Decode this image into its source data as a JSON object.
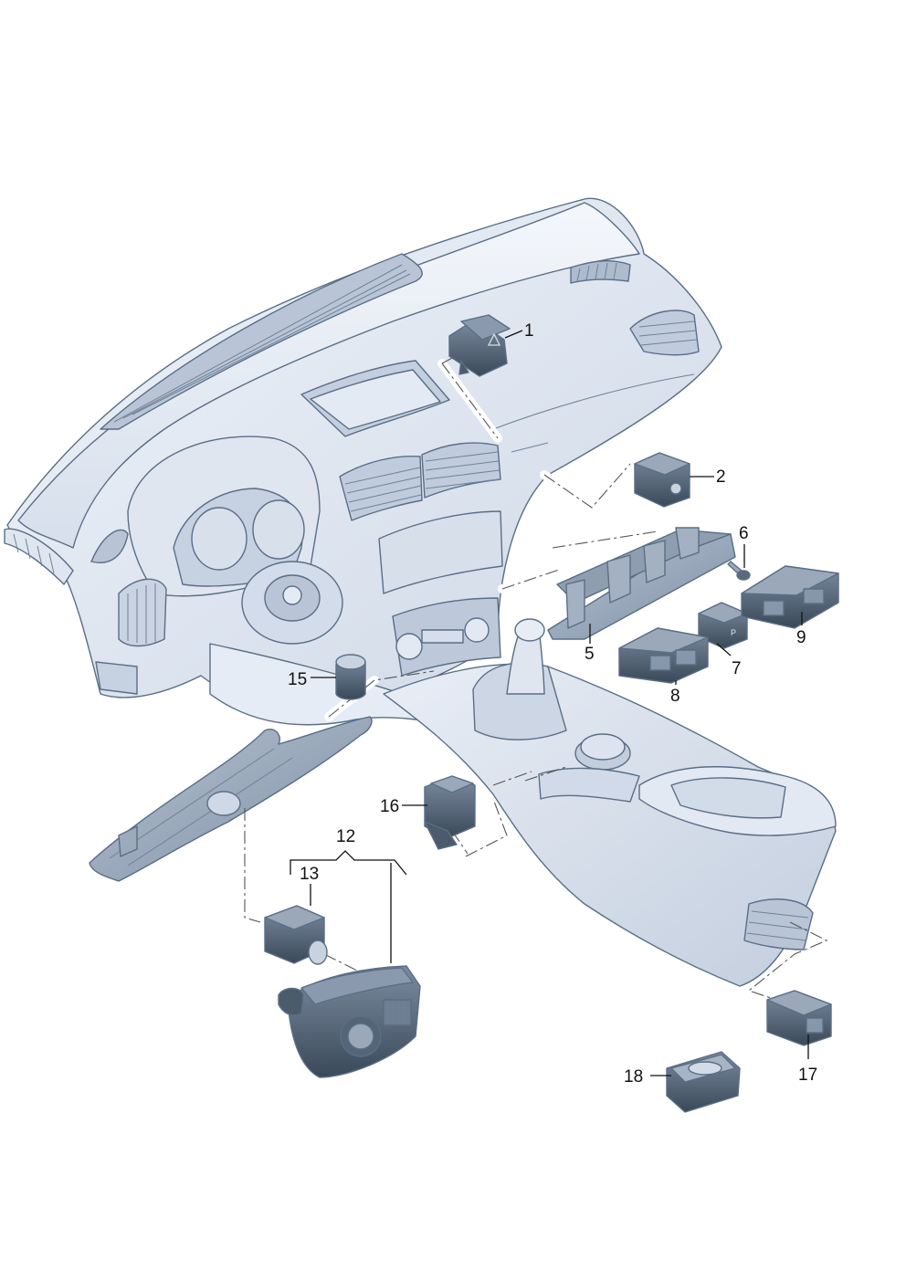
{
  "diagram": {
    "callouts": [
      "1",
      "2",
      "5",
      "6",
      "7",
      "8",
      "9",
      "12",
      "13",
      "15",
      "16",
      "17",
      "18"
    ],
    "colors": {
      "panel_light": "#e3e9f3",
      "panel_mid": "#c5d0e0",
      "panel_shadow": "#9eadc3",
      "part_dark": "#394858",
      "part_mid": "#6d7d90",
      "outline": "#5a6e86"
    },
    "icons": [
      "hazard-triangle-icon",
      "parking-p-icon",
      "light-switch-knob-icon"
    ]
  }
}
